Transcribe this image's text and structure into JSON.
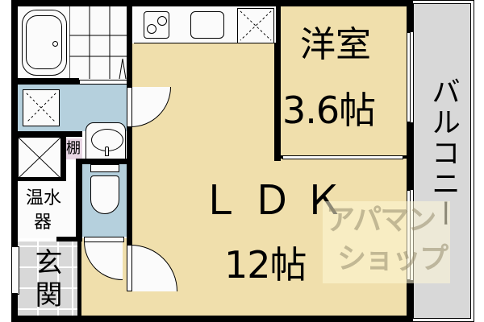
{
  "floor_plan": {
    "rooms": {
      "western_room": {
        "name": "洋室",
        "size": "3.6帖"
      },
      "ldk": {
        "name": "ＬＤＫ",
        "size": "12帖"
      },
      "balcony": {
        "name": "バルコニー"
      },
      "entrance": {
        "name": "玄関"
      },
      "water_heater": {
        "line1": "温水",
        "line2": "器"
      },
      "shelf": {
        "name": "棚"
      }
    },
    "watermark": {
      "line1": "アパマン",
      "line2": "ショップ"
    },
    "colors": {
      "wood_floor": "#f0dfac",
      "wet_area": "#b5d0dd",
      "balcony": "#d8d8d8",
      "shelf": "#e8d6e4",
      "wall": "#000000"
    }
  }
}
